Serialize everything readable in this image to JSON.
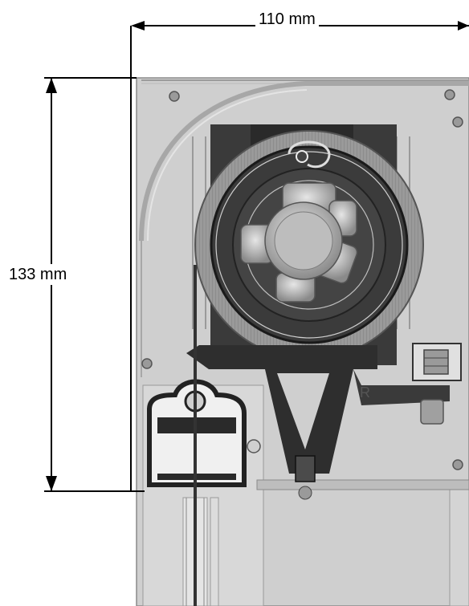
{
  "dimensions": {
    "width_label": "110 mm",
    "height_label": "133 mm"
  },
  "hardware_marking": "R",
  "colors": {
    "housing_fill": "#c9c9c9",
    "housing_stroke": "#8a8a8a",
    "dark_part": "#2b2b2b",
    "roll_ring": "#8f8f8f",
    "hub_metal": "#b8b8b8"
  }
}
